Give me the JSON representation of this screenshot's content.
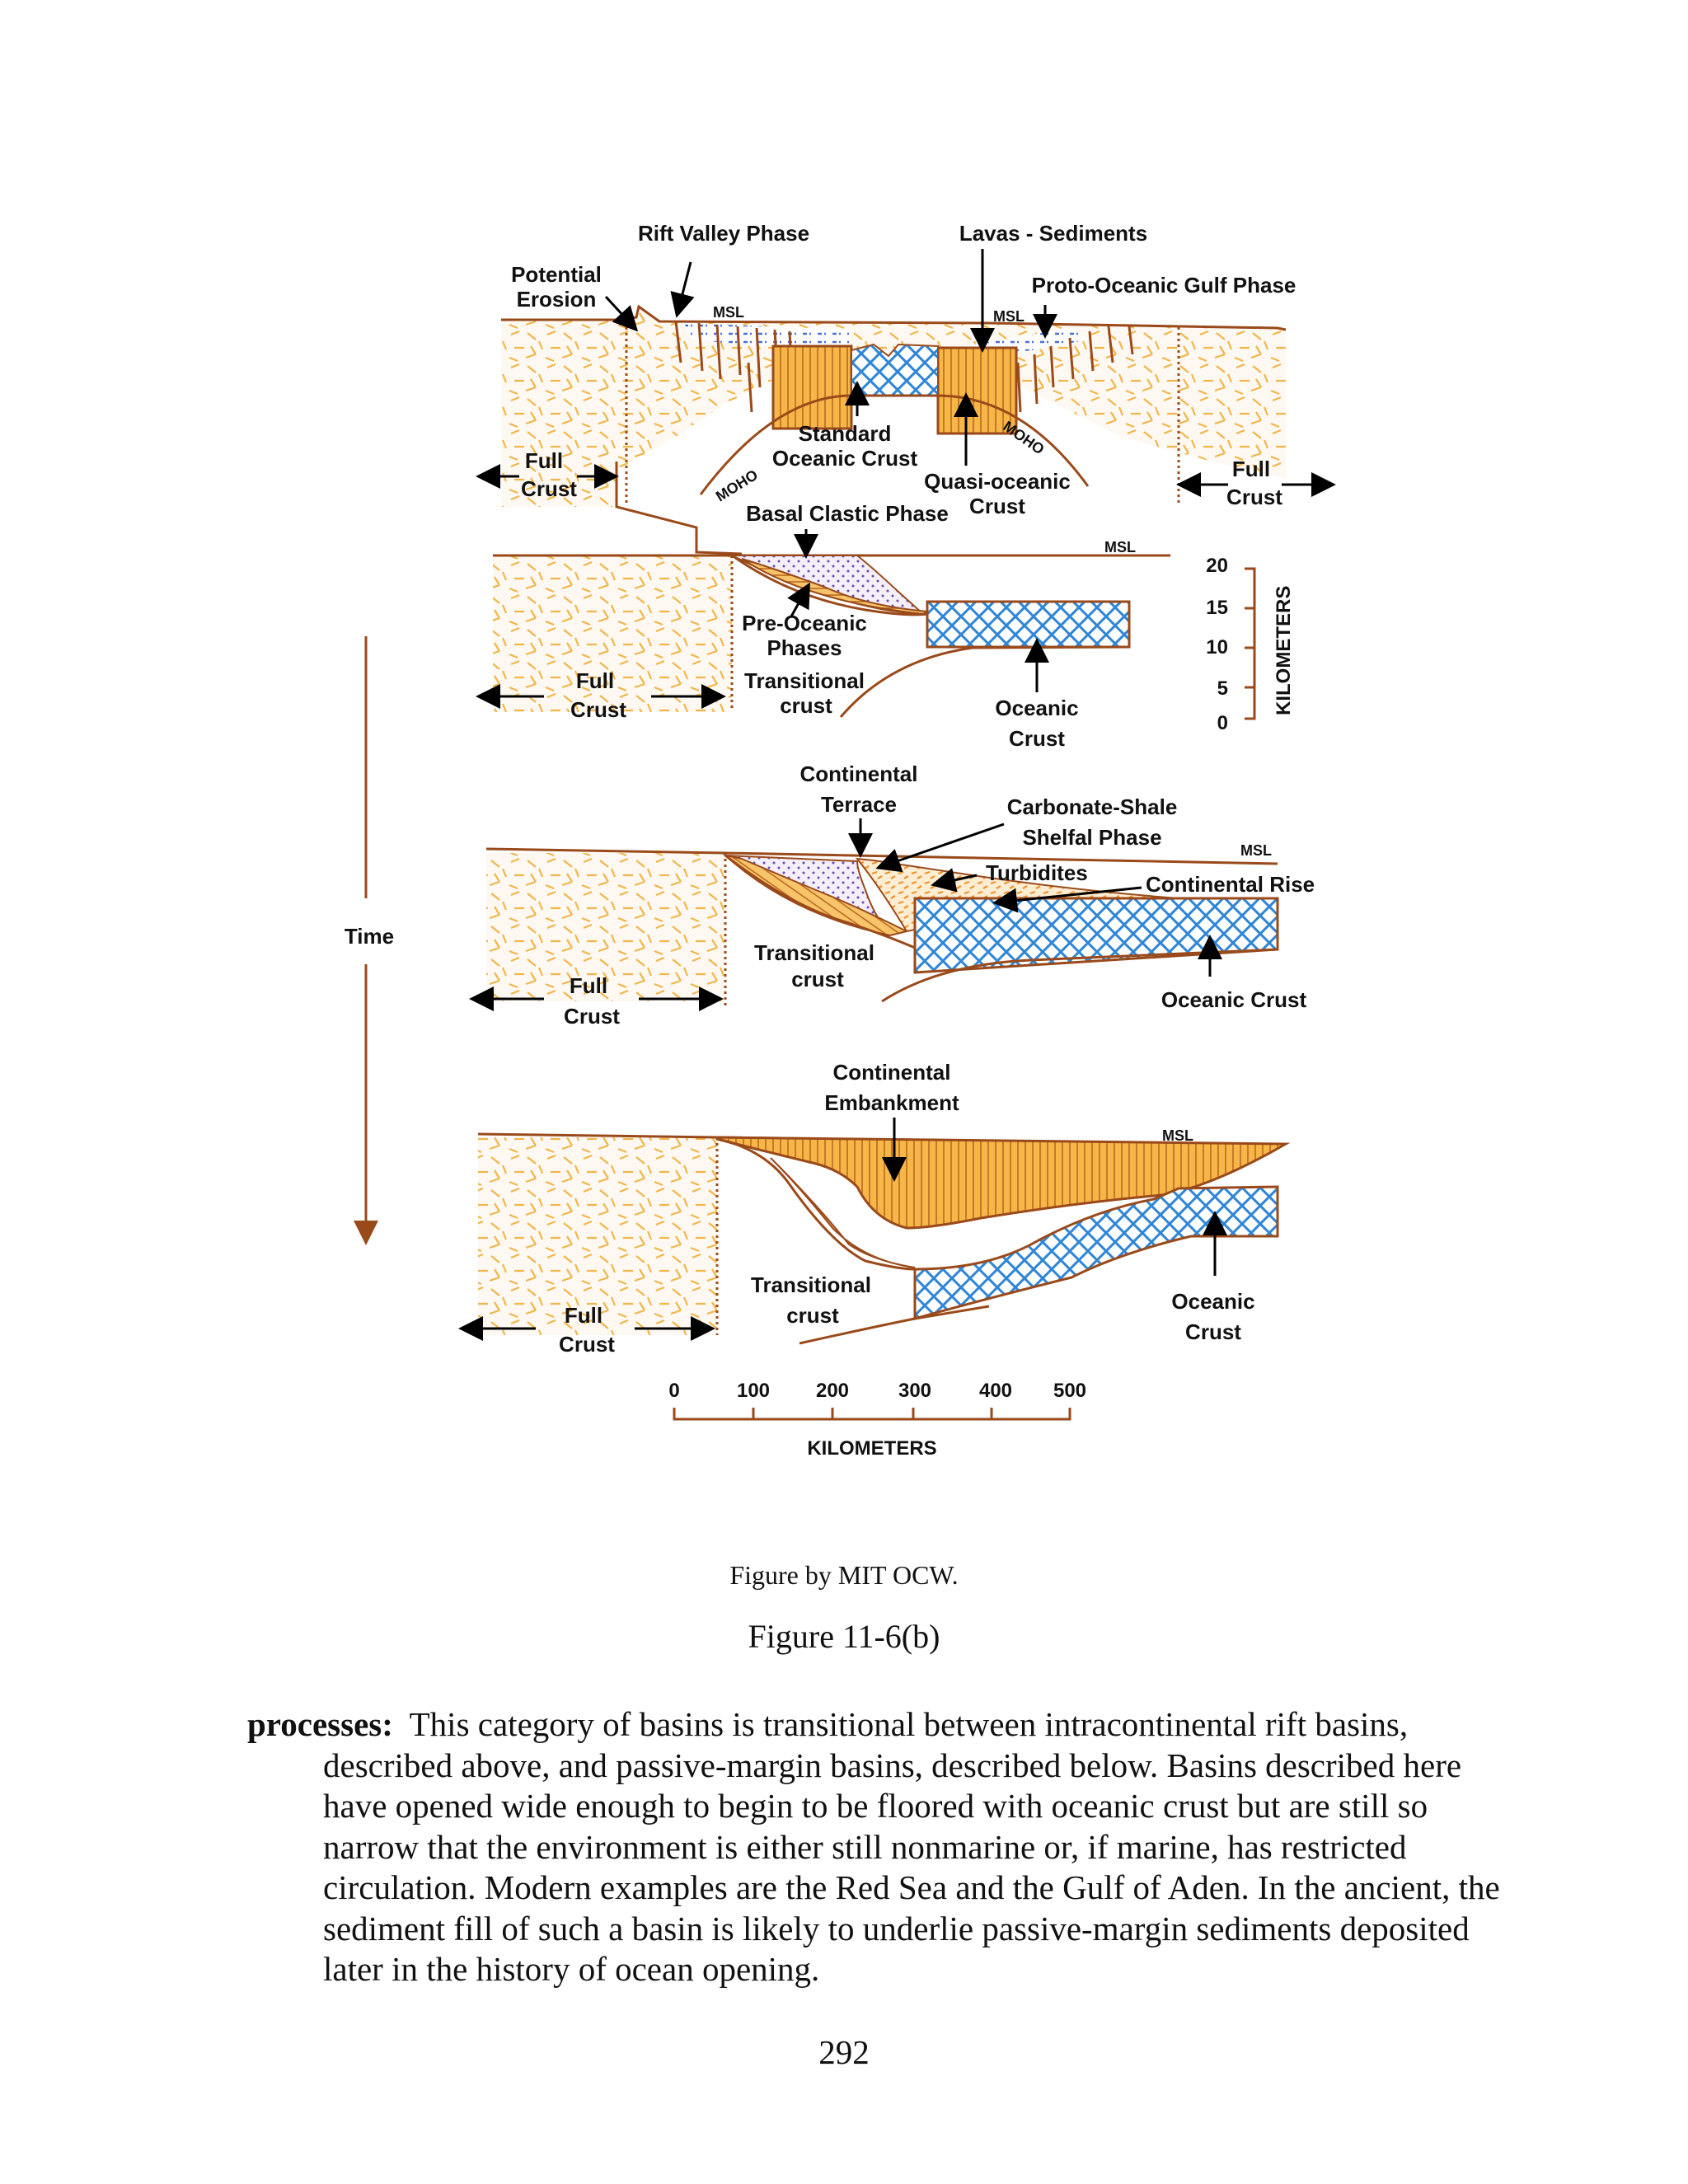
{
  "figure": {
    "panel1": {
      "rift_valley_phase": "Rift Valley Phase",
      "lavas_sediments": "Lavas - Sediments",
      "potential": "Potential",
      "erosion": "Erosion",
      "proto_oceanic": "Proto-Oceanic Gulf Phase",
      "msl": "MSL",
      "standard": "Standard",
      "oceanic_crust": "Oceanic Crust",
      "moho": "MOHO",
      "quasi_oceanic": "Quasi-oceanic",
      "crust": "Crust",
      "full": "Full"
    },
    "panel2": {
      "basal_clastic": "Basal Clastic Phase",
      "msl": "MSL",
      "pre_oceanic": "Pre-Oceanic",
      "phases": "Phases",
      "transitional": "Transitional",
      "crust_lower": "crust",
      "oceanic": "Oceanic",
      "crust": "Crust",
      "full": "Full"
    },
    "scale_vertical": {
      "label": "KILOMETERS",
      "ticks": [
        "20",
        "15",
        "10",
        "5",
        "0"
      ]
    },
    "panel3": {
      "continental": "Continental",
      "terrace": "Terrace",
      "carbonate_shale": "Carbonate-Shale",
      "shelfal_phase": "Shelfal Phase",
      "msl": "MSL",
      "turbidites": "Turbidites",
      "continental_rise": "Continental Rise",
      "transitional": "Transitional",
      "crust_lower": "crust",
      "oceanic_crust": "Oceanic Crust",
      "full": "Full",
      "crust": "Crust"
    },
    "time_label": "Time",
    "panel4": {
      "continental": "Continental",
      "embankment": "Embankment",
      "msl": "MSL",
      "transitional": "Transitional",
      "crust_lower": "crust",
      "oceanic": "Oceanic",
      "crust": "Crust",
      "full": "Full"
    },
    "scale_horizontal": {
      "label": "KILOMETERS",
      "ticks": [
        "0",
        "100",
        "200",
        "300",
        "400",
        "500"
      ]
    }
  },
  "credit": "Figure by MIT OCW.",
  "caption": "Figure 11-6(b)",
  "paragraph": {
    "term": "processes:",
    "text": "This category of basins is transitional between intracontinental rift basins, described above, and passive-margin basins, described below.  Basins described here have opened wide enough to begin to be floored with oceanic crust but are still so narrow that the environment is either still nonmarine or, if marine, has restricted circulation.  Modern examples are the Red Sea and the Gulf of Aden.  In the ancient, the sediment fill of such a basin is likely to underlie passive-margin sediments deposited later in the history of ocean opening."
  },
  "page_number": "292",
  "colors": {
    "outline": "#9a4a1a",
    "continental_fill": "#fbf6ee",
    "sediment_fill": "#f7b94a",
    "oceanic_fill": "#3e8fd6",
    "turbidite_fill": "#f5a64b",
    "stipple": "#7b5ab8"
  }
}
